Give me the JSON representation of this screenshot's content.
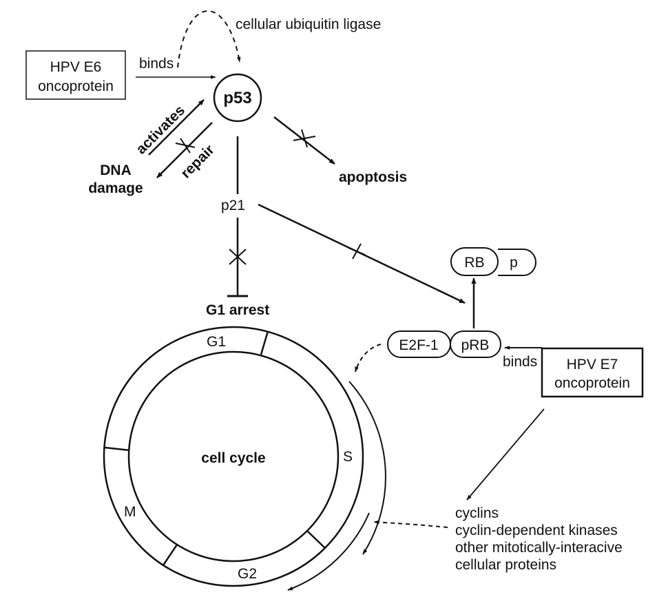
{
  "colors": {
    "ink": "#111111",
    "background": "#ffffff"
  },
  "icons": {
    "arrow_head": "arrowhead-icon",
    "block_cross": "x-cross-icon",
    "inhibition_bar": "t-bar-icon"
  },
  "nodes": {
    "hpv_e6": {
      "line1": "HPV E6",
      "line2": "oncoprotein"
    },
    "p53": "p53",
    "dna_damage": {
      "line1": "DNA",
      "line2": "damage"
    },
    "apoptosis": "apoptosis",
    "p21": "p21",
    "g1_arrest": "G1 arrest",
    "rb": "RB",
    "p": "p",
    "prb": "pRB",
    "e2f1": "E2F-1",
    "hpv_e7": {
      "line1": "HPV E7",
      "line2": "oncoprotein"
    },
    "targets": {
      "line1": "cyclins",
      "line2": "cyclin-dependent kinases",
      "line3": "other mitotically-interacive",
      "line4": "cellular proteins"
    }
  },
  "edges": {
    "binds_e6": "binds",
    "binds_e7": "binds",
    "ubiquitin": "cellular ubiquitin ligase",
    "activates": "activates",
    "repair": "repair"
  },
  "cycle": {
    "center": "cell cycle",
    "phases": {
      "g1": "G1",
      "s": "S",
      "g2": "G2",
      "m": "M"
    }
  }
}
